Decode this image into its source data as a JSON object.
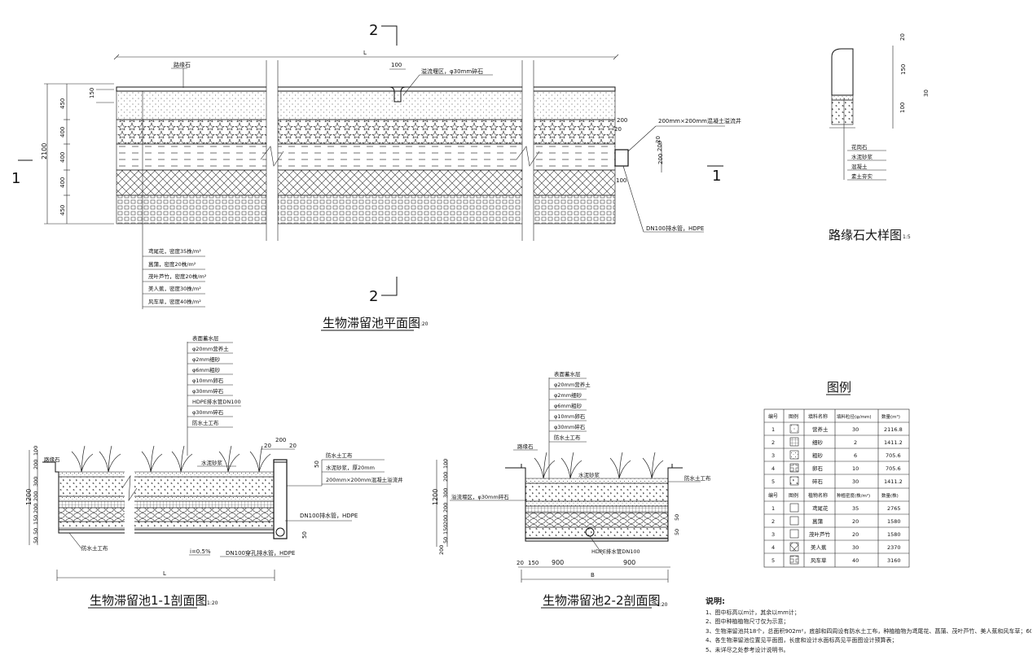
{
  "plan": {
    "title": "生物滞留池平面图",
    "scale": "1:20",
    "section_mark_top": "2",
    "section_mark_bottom": "2",
    "section_mark_left": "1",
    "section_mark_right": "1",
    "dim_length": "L",
    "dim_100": "100",
    "dim_150": "150",
    "dim_200_a": "200",
    "dim_20_a": "20",
    "dim_100_b": "100",
    "dim_200_side": "200",
    "dim_200_side2": "200",
    "dim_20_side": "20",
    "dim_total": "2100",
    "dims_left": [
      "450",
      "400",
      "400",
      "400",
      "450"
    ],
    "label_curb": "路缘石",
    "label_overflow": "溢流堰区，φ30mm碎石",
    "label_well": "200mm×200mm混凝土溢流井",
    "label_pipe": "DN100排水管，HDPE",
    "plants": [
      "鸢尾花，密度35株/m²",
      "菖蒲，密度20株/m²",
      "茂叶芦竹，密度20株/m²",
      "美人蕉，密度30株/m²",
      "风车草，密度40株/m²"
    ]
  },
  "curb": {
    "title": "路缘石大样图",
    "scale": "1:5",
    "dims": [
      "20",
      "150",
      "100"
    ],
    "dim_side": "30",
    "labels": [
      "花岗石",
      "水泥砂浆",
      "混凝土",
      "素土夯实"
    ]
  },
  "section11": {
    "title": "生物滞留池1-1剖面图",
    "scale": "1:20",
    "layers": [
      "表面蓄水层",
      "φ20mm营养土",
      "φ2mm细砂",
      "φ6mm粗砂",
      "φ10mm卵石",
      "φ30mm碎石",
      "HDPE排水管DN100",
      "φ30mm碎石",
      "防水土工布"
    ],
    "dim_total": "1200",
    "dims_left": [
      "100",
      "200",
      "300",
      "200",
      "200",
      "150",
      "50",
      "50"
    ],
    "dims_top": [
      "20",
      "200",
      "20"
    ],
    "label_curb": "路缘石",
    "label_surface": "水泥砂浆",
    "label_right": [
      "防水土工布",
      "水泥砂浆，厚20mm",
      "200mm×200mm混凝土溢流井"
    ],
    "label_pipe": "DN100排水管，HDPE",
    "label_bottom": "防水土工布",
    "label_slope": "i=0.5%",
    "label_pipe2": "DN100穿孔排水管，HDPE",
    "dim_width": "L",
    "dim_50": "50",
    "dim_50b": "50"
  },
  "section22": {
    "title": "生物滞留池2-2剖面图",
    "scale": "1:20",
    "layers": [
      "表面蓄水层",
      "φ20mm营养土",
      "φ2mm细砂",
      "φ6mm粗砂",
      "φ10mm卵石",
      "φ30mm碎石",
      "防水土工布"
    ],
    "dim_total": "1200",
    "dims_left": [
      "100",
      "200",
      "300",
      "200",
      "200",
      "150",
      "50"
    ],
    "dim_200": "200",
    "label_curb": "路缘石",
    "label_surface": "水泥砂浆",
    "label_overflow": "溢流堰区，φ30mm碎石",
    "label_right": "防水土工布",
    "label_pipe": "HDPE排水管DN100",
    "dims_bottom": [
      "20",
      "150",
      "900",
      "900"
    ],
    "dim_width": "B",
    "dim_50": "50",
    "dim_50b": "50"
  },
  "legend": {
    "title": "图例",
    "header1": [
      "编号",
      "图例",
      "填料名称",
      "填料粒径(φ/mm)",
      "数量(m³)"
    ],
    "rows1": [
      [
        "1",
        "营养土",
        "30",
        "2116.8"
      ],
      [
        "2",
        "细砂",
        "2",
        "1411.2"
      ],
      [
        "3",
        "粗砂",
        "6",
        "705.6"
      ],
      [
        "4",
        "卵石",
        "10",
        "705.6"
      ],
      [
        "5",
        "碎石",
        "30",
        "1411.2"
      ]
    ],
    "header2": [
      "编号",
      "图例",
      "植物名称",
      "种植密度(株/m²)",
      "数量(株)"
    ],
    "rows2": [
      [
        "1",
        "鸢尾花",
        "35",
        "2765"
      ],
      [
        "2",
        "菖蒲",
        "20",
        "1580"
      ],
      [
        "3",
        "茂叶芦竹",
        "20",
        "1580"
      ],
      [
        "4",
        "美人蕉",
        "30",
        "2370"
      ],
      [
        "5",
        "风车草",
        "40",
        "3160"
      ]
    ]
  },
  "notes": {
    "heading": "说明:",
    "items": [
      "1、图中标高以m计，其余以mm计；",
      "2、图中种植植物尺寸仅为示意；",
      "3、生物滞留池共18个，总面积902m²，底部和四周设有防水土工布，种植植物为鸢尾花、菖蒲、茂叶芦竹、美人蕉和风车草；60",
      "4、各生物滞留池位置见平面图，长度和设计水面标高见平面图设计预算表；",
      "5、未详尽之处参考设计说明书。"
    ]
  }
}
